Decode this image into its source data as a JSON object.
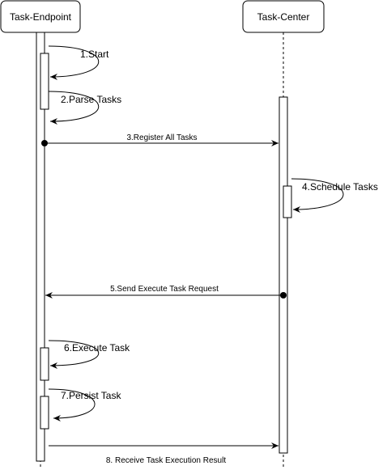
{
  "participants": [
    {
      "id": "endpoint",
      "label": "Task-Endpoint"
    },
    {
      "id": "center",
      "label": "Task-Center"
    }
  ],
  "messages": [
    {
      "id": "m1",
      "label": "1.Start",
      "type": "self"
    },
    {
      "id": "m2",
      "label": "2.Parse Tasks",
      "type": "self"
    },
    {
      "id": "m3",
      "label": "3.Register All Tasks",
      "type": "call"
    },
    {
      "id": "m4",
      "label": "4.Schedule Tasks",
      "type": "self"
    },
    {
      "id": "m5",
      "label": "5.Send Execute Task Request",
      "type": "call"
    },
    {
      "id": "m6",
      "label": "6.Execute Task",
      "type": "self"
    },
    {
      "id": "m7",
      "label": "7.Persist Task",
      "type": "self"
    },
    {
      "id": "m8",
      "label": "8. Receive Task Execution Result",
      "type": "call"
    }
  ]
}
